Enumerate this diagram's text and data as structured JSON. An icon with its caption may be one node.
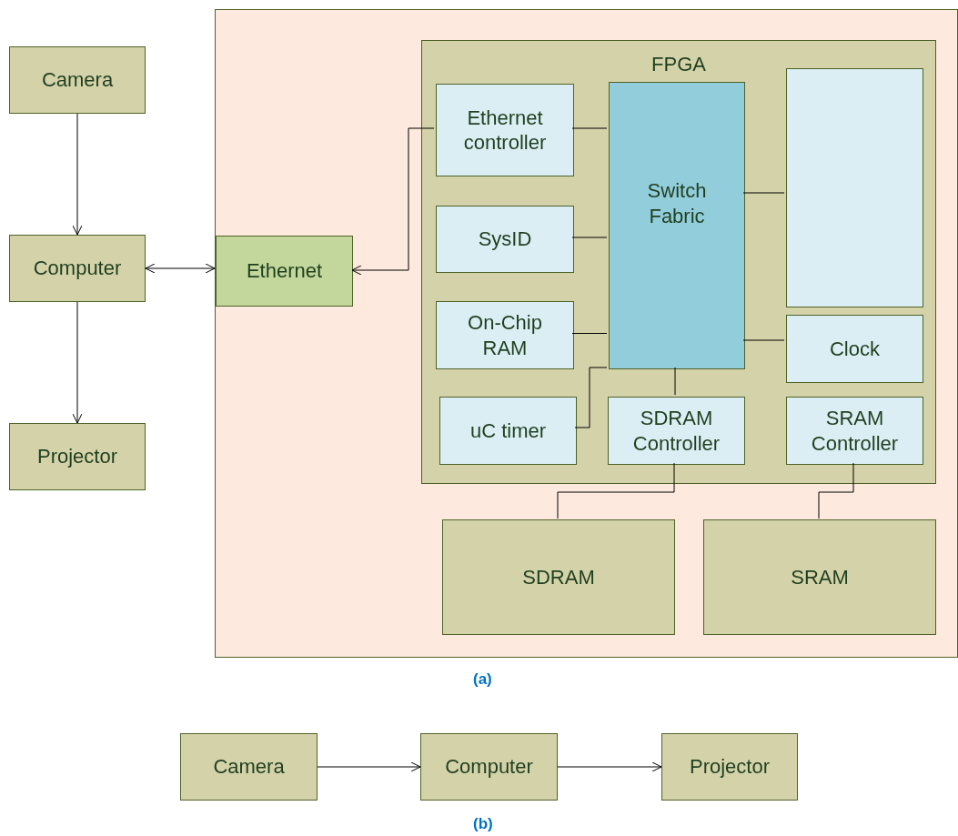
{
  "diagram": {
    "nodes": [
      {
        "text": [
          "Camera"
        ]
      },
      {
        "text": [
          "Computer"
        ]
      },
      {
        "text": [
          "Projector"
        ]
      },
      {
        "text": [],
        "shape": "box"
      },
      {
        "text": [
          "Ethernet"
        ],
        "in": 3
      },
      {
        "text": [
          "FPGA"
        ],
        "in": 3
      },
      {
        "text": [
          "Ethernet controller"
        ],
        "in": 5
      },
      {
        "text": [
          "Switch Fabric"
        ],
        "in": 5
      },
      {
        "text": [],
        "shape": "box",
        "in": 5
      },
      {
        "text": [
          "SysID"
        ],
        "in": 5
      },
      {
        "text": [
          "On-Chip RAM"
        ],
        "in": 5
      },
      {
        "text": [
          "Clock"
        ],
        "in": 5
      },
      {
        "text": [
          "uC timer"
        ],
        "in": 5
      },
      {
        "text": [
          "SDRAM Controller"
        ],
        "in": 5
      },
      {
        "text": [
          "SRAM Controller"
        ],
        "in": 5
      },
      {
        "text": [
          "SDRAM"
        ],
        "in": 3
      },
      {
        "text": [
          "SRAM"
        ],
        "in": 3
      },
      {
        "text": [
          "Camera"
        ]
      },
      {
        "text": [
          "Computer"
        ]
      },
      {
        "text": [
          "Projector"
        ]
      }
    ],
    "edges": [
      {
        "from": 0,
        "to": 1,
        "arrow": "to"
      },
      {
        "from": 1,
        "to": 2,
        "arrow": "to"
      },
      {
        "from": 1,
        "to": 4,
        "arrow": "both"
      },
      {
        "from": 6,
        "to": 4,
        "arrow": "to"
      },
      {
        "from": 6,
        "to": 7,
        "arrow": "none"
      },
      {
        "from": 9,
        "to": 7,
        "arrow": "none"
      },
      {
        "from": 10,
        "to": 7,
        "arrow": "none"
      },
      {
        "from": 7,
        "to": 8,
        "arrow": "none"
      },
      {
        "from": 7,
        "to": 11,
        "arrow": "none"
      },
      {
        "from": 7,
        "to": 12,
        "arrow": "none"
      },
      {
        "from": 7,
        "to": 13,
        "arrow": "none"
      },
      {
        "from": 13,
        "to": 15,
        "arrow": "none"
      },
      {
        "from": 14,
        "to": 16,
        "arrow": "none"
      },
      {
        "from": 17,
        "to": 18,
        "arrow": "to"
      },
      {
        "from": 18,
        "to": 19,
        "arrow": "to"
      }
    ],
    "labels": [
      "(a)",
      "(b)"
    ]
  }
}
